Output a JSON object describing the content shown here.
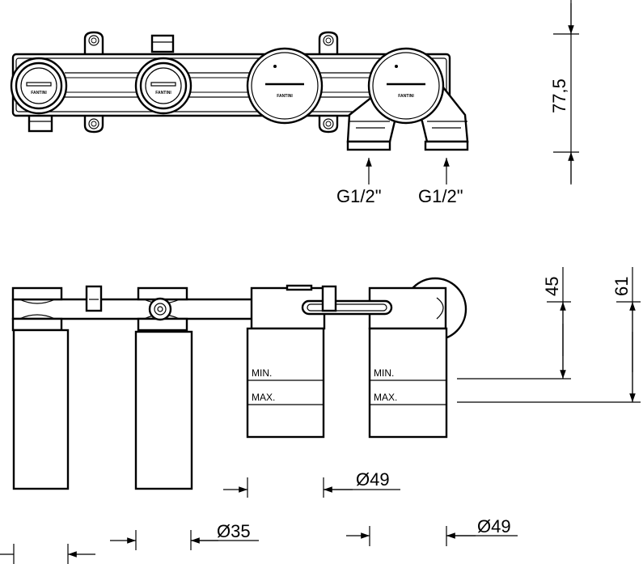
{
  "dimensions": {
    "height_top": "77,5",
    "height_45": "45",
    "height_61": "61",
    "dia_49_upper": "Ø49",
    "dia_35": "Ø35",
    "dia_49_lower": "Ø49"
  },
  "connections": {
    "left": "G1/2\"",
    "right": "G1/2\""
  },
  "level_marks": {
    "min": "MIN.",
    "max": "MAX."
  }
}
